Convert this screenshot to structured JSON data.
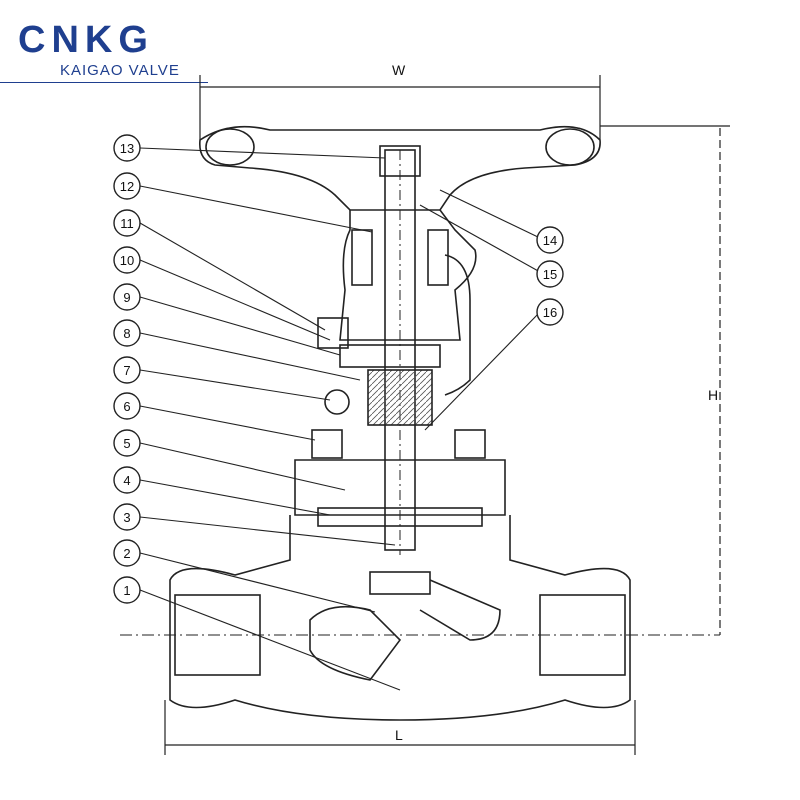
{
  "brand": {
    "name": "CNKG",
    "subtitle": "KAIGAO VALVE",
    "color": "#1f3f8f"
  },
  "diagram": {
    "dimensions": {
      "width": "W",
      "height": "H",
      "length": "L"
    },
    "callouts": [
      "1",
      "2",
      "3",
      "4",
      "5",
      "6",
      "7",
      "8",
      "9",
      "10",
      "11",
      "12",
      "13",
      "14",
      "15",
      "16"
    ]
  }
}
